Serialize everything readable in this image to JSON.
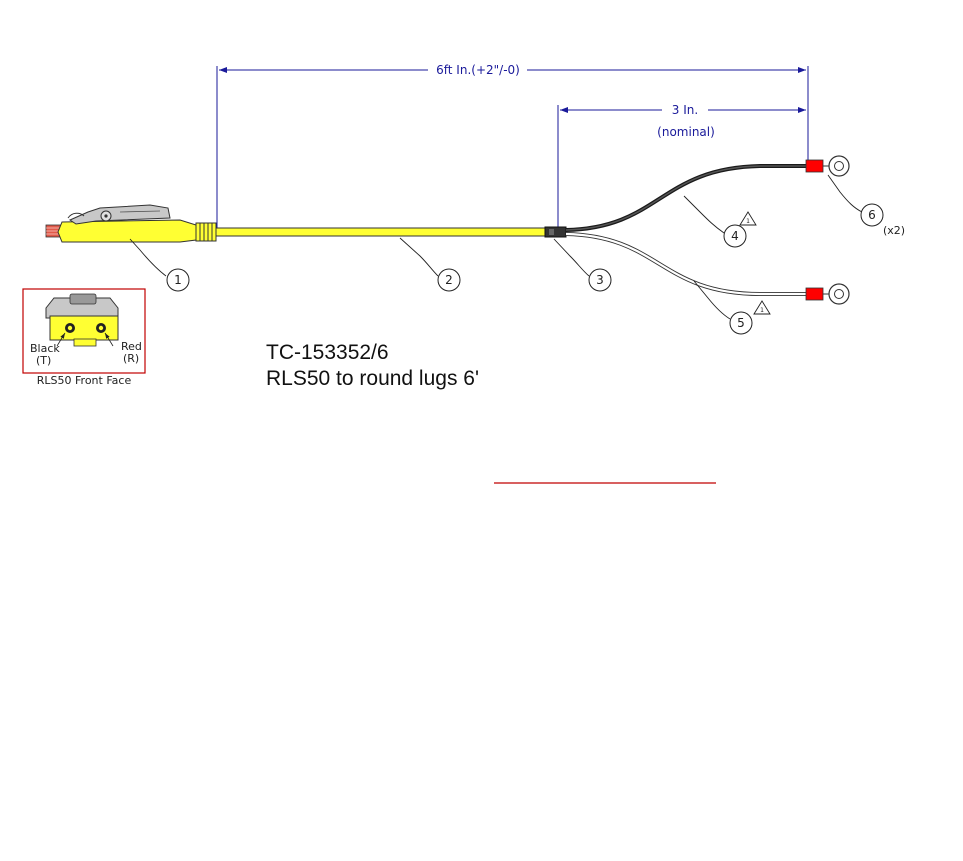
{
  "dimensions": {
    "overall_length": "6ft In.(+2\"/-0)",
    "breakout_length": "3 In.",
    "breakout_note": "(nominal)"
  },
  "balloons": [
    "1",
    "2",
    "3",
    "4",
    "5",
    "6"
  ],
  "balloon_6_qty": "(x2)",
  "note_flag": "1",
  "inset": {
    "left_label": "Black",
    "left_sub": "(T)",
    "right_label": "Red",
    "right_sub": "(R)",
    "caption": "RLS50 Front Face"
  },
  "title": {
    "part_number": "TC-153352/6",
    "description": "RLS50 to round lugs 6'"
  },
  "colors": {
    "cable_yellow": "#ffff33",
    "dimension_blue": "#1a1a9a",
    "lug_red": "#ff0000",
    "frame_red": "#c00000"
  }
}
